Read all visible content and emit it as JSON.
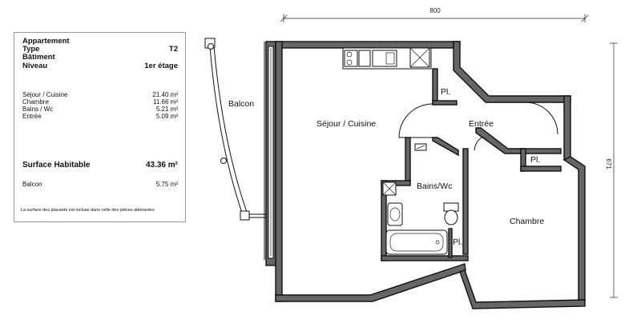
{
  "info": {
    "rows": [
      {
        "label": "Appartement",
        "value": ""
      },
      {
        "label": "Type",
        "value": "T2"
      },
      {
        "label": "Bâtiment",
        "value": ""
      },
      {
        "label": "Niveau",
        "value": "1er étage"
      }
    ],
    "areas": [
      {
        "label": "Séjour / Cuisine",
        "value": "21.40 m²"
      },
      {
        "label": "Chambre",
        "value": "11.66 m²"
      },
      {
        "label": "Bains / Wc",
        "value": "5.21 m²"
      },
      {
        "label": "Entrée",
        "value": "5.09 m²"
      }
    ],
    "surface": {
      "label": "Surface Habitable",
      "value": "43.36 m²"
    },
    "balcon": {
      "label": "Balcon",
      "value": "5.75 m²"
    },
    "note": "La surface des placards est incluse dans celle des pièces attenantes"
  },
  "plan": {
    "dimensions": {
      "width": "800",
      "height": "671"
    },
    "rooms": {
      "balcon": "Balcon",
      "sejour": "Séjour / Cuisine",
      "entree": "Entrée",
      "bains": "Bains/Wc",
      "chambre": "Chambre",
      "placard_1": "Pl.",
      "placard_2": "Pl.",
      "placard_3": "Pl."
    }
  }
}
